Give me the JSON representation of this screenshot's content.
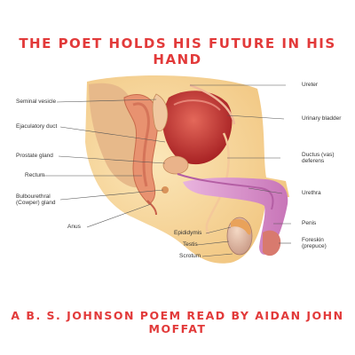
{
  "title_top": "THE POET HOLDS HIS FUTURE IN HIS HAND",
  "title_bottom": "A B. S. JOHNSON POEM READ BY AIDAN JOHN MOFFAT",
  "labels": {
    "seminal_vesicle": "Seminal vesicle",
    "ejaculatory_duct": "Ejaculatory duct",
    "prostate_gland": "Prostate gland",
    "rectum": "Rectum",
    "bulbourethral_1": "Bulbourethral",
    "bulbourethral_2": "(Cowper) gland",
    "anus": "Anus",
    "ureter": "Ureter",
    "urinary_bladder": "Urinary bladder",
    "ductus_1": "Ductus (vas)",
    "ductus_2": "deferens",
    "urethra": "Urethra",
    "penis": "Penis",
    "foreskin_1": "Foreskin",
    "foreskin_2": "(prepuce)",
    "epididymis": "Epididymis",
    "testis": "Testis",
    "scrotum": "Scrotum"
  },
  "colors": {
    "title": "#e23a3a",
    "skin": "#f7d9a0",
    "tissue": "#e99a6a",
    "organ_red": "#c8322e",
    "penis_pink": "#d98ac9"
  }
}
